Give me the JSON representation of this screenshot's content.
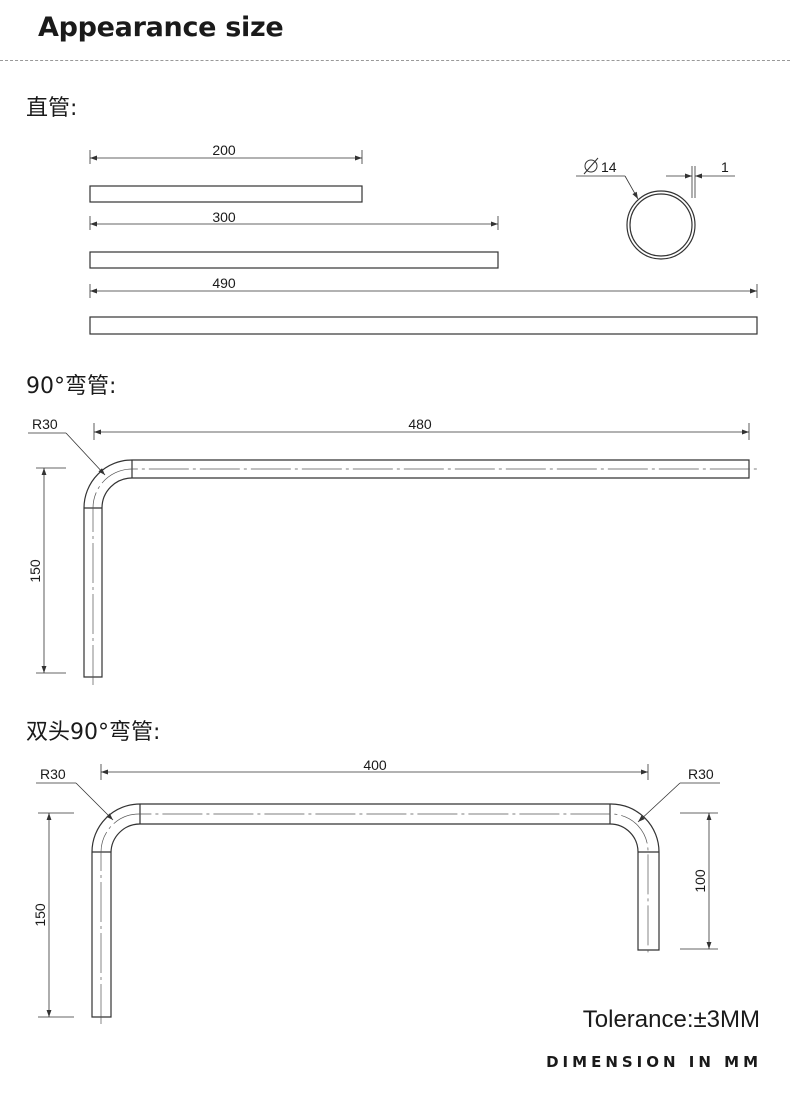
{
  "header": {
    "title": "Appearance size"
  },
  "sections": {
    "straight": {
      "label": "直管:",
      "lengths": [
        "200",
        "300",
        "490"
      ],
      "diameter": "14",
      "wall": "1"
    },
    "bend90": {
      "label": "90°弯管:",
      "radius": "R30",
      "length": "480",
      "height": "150"
    },
    "double_bend90": {
      "label": "双头90°弯管:",
      "radius_left": "R30",
      "radius_right": "R30",
      "length": "400",
      "height_left": "150",
      "height_right": "100"
    }
  },
  "footer": {
    "tolerance": "Tolerance:±3MM",
    "dimension_note": "DIMENSION IN MM"
  }
}
